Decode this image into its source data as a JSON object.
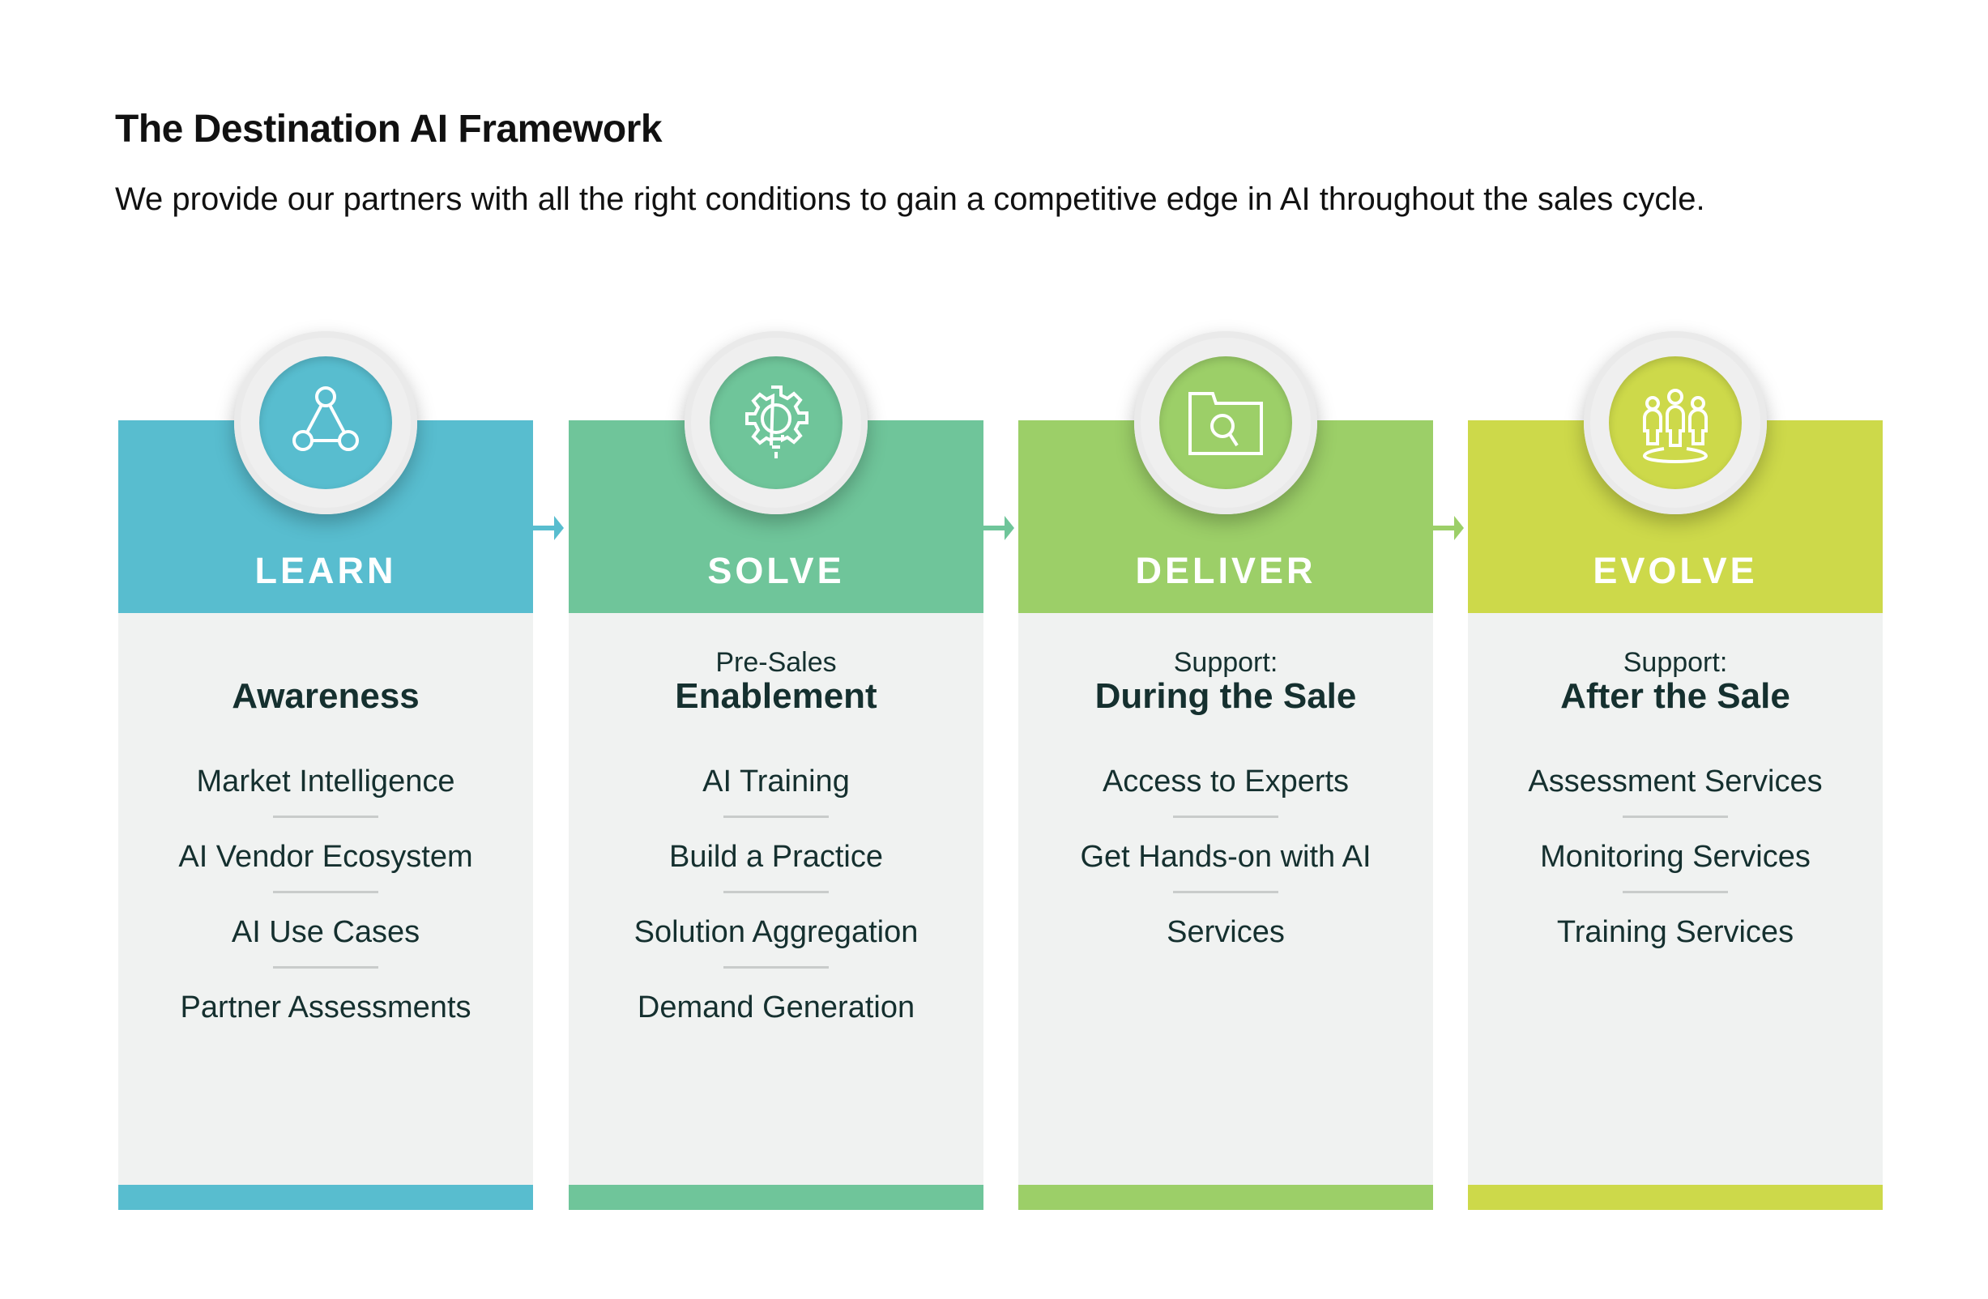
{
  "title": "The Destination AI Framework",
  "subtitle": "We provide our partners with all the right conditions to gain a competitive edge in AI throughout the sales cycle.",
  "columns": [
    {
      "label": "LEARN",
      "color": "#58bdcf",
      "icon": "network-nodes-icon",
      "sub": "",
      "heading": "Awareness",
      "items": [
        "Market Intelligence",
        "AI Vendor Ecosystem",
        "AI Use Cases",
        "Partner Assessments"
      ]
    },
    {
      "label": "SOLVE",
      "color": "#6fc59a",
      "icon": "gear-lightbulb-icon",
      "sub": "Pre-Sales",
      "heading": "Enablement",
      "items": [
        "AI Training",
        "Build a Practice",
        "Solution Aggregation",
        "Demand Generation"
      ]
    },
    {
      "label": "DELIVER",
      "color": "#9ccf68",
      "icon": "folder-search-icon",
      "sub": "Support:",
      "heading": "During the Sale",
      "items": [
        "Access to Experts",
        "Get Hands-on with AI",
        "Services"
      ]
    },
    {
      "label": "EVOLVE",
      "color": "#cdd94a",
      "icon": "people-group-icon",
      "sub": "Support:",
      "heading": "After the Sale",
      "items": [
        "Assessment Services",
        "Monitoring Services",
        "Training Services"
      ]
    }
  ]
}
